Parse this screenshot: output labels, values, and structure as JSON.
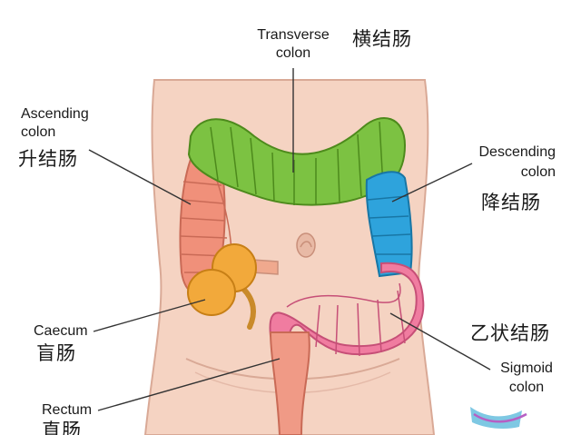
{
  "labels": {
    "transverse": {
      "en_line1": "Transverse",
      "en_line2": "colon",
      "zh": "横结肠"
    },
    "ascending": {
      "en_line1": "Ascending",
      "en_line2": "colon",
      "zh": "升结肠"
    },
    "descending": {
      "en_line1": "Descending",
      "en_line2": "colon",
      "zh": "降结肠"
    },
    "caecum": {
      "en": "Caecum",
      "zh": "盲肠"
    },
    "sigmoid": {
      "en_line1": "Sigmoid",
      "en_line2": "colon",
      "zh": "乙状结肠"
    },
    "rectum": {
      "en": "Rectum",
      "zh": "直肠"
    }
  },
  "colors": {
    "skin": "#f5d3c2",
    "skin_outline": "#d9a996",
    "transverse_colon": "#7cc242",
    "descending_colon": "#2ea3dc",
    "ascending_colon": "#f0907a",
    "caecum": "#f2a93b",
    "sigmoid_colon": "#f07ca0",
    "rectum": "#f09a86",
    "leader_line": "#333333"
  }
}
